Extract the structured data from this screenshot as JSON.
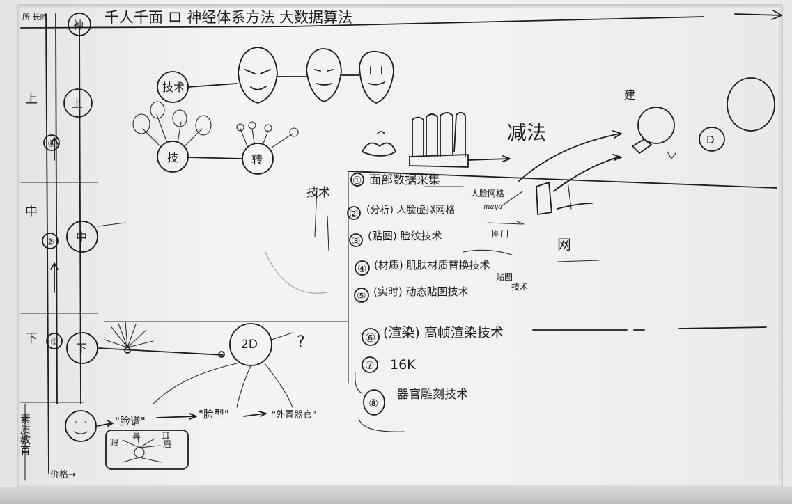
{
  "board": {
    "top_line": "千人千面 ロ 神经体系方法 大数据算法",
    "top_left": "所 长的",
    "arrow_top_right": "→"
  },
  "left_column": {
    "levels": [
      "上",
      "中",
      "下"
    ],
    "circles": [
      "神",
      "上",
      "中",
      "下"
    ],
    "numbers": [
      "③",
      "②",
      "①"
    ],
    "bottom_label": "素质教育",
    "price_label": "价格→"
  },
  "faces": {
    "node_label": "技术",
    "lower_nodes": [
      "技",
      "转"
    ]
  },
  "diagram_2d": {
    "label": "2D",
    "question": "?",
    "face_flow": [
      "\"脸谱\"",
      "\"脸型\"",
      "\"外置器官\""
    ],
    "features": [
      "眼",
      "鼻",
      "耳",
      "眉"
    ]
  },
  "tech_list": {
    "side_label": "技术",
    "items": [
      {
        "num": "①",
        "text": "面部数据采集"
      },
      {
        "num": "②",
        "text": "(分析) 人脸虚拟网格"
      },
      {
        "num": "③",
        "text": "(贴图) 脸纹技术"
      },
      {
        "num": "④",
        "text": "(材质) 肌肤材质替换技术"
      },
      {
        "num": "⑤",
        "text": "(实时) 动态贴图技术"
      },
      {
        "num": "⑥",
        "text": "(渲染) 高帧渲染技术"
      },
      {
        "num": "⑦",
        "text": "16K"
      },
      {
        "num": "⑧",
        "text": "器官雕刻技术"
      }
    ],
    "notes": [
      "人脸网格",
      "maya",
      "图门",
      "网",
      "贴图",
      "技术"
    ]
  },
  "subtraction": {
    "label": "减法",
    "small_mark": "建",
    "circle_mark": "D"
  }
}
